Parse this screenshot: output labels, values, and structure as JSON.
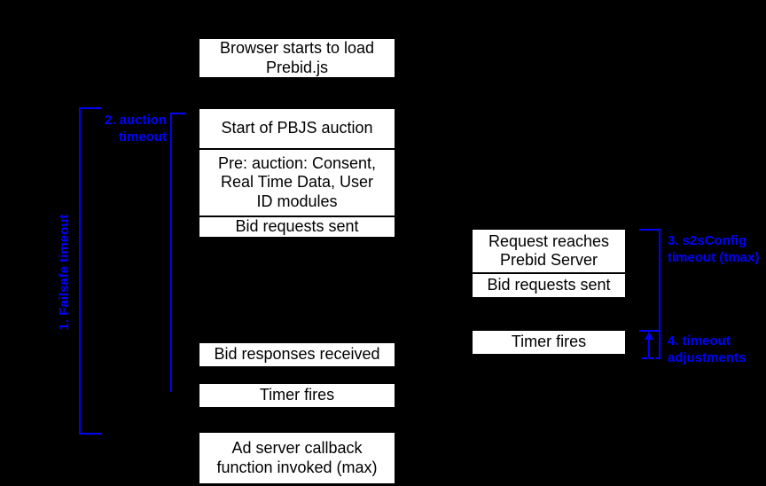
{
  "colors": {
    "background": "#000000",
    "box_fill": "#ffffff",
    "box_text": "#000000",
    "annotation": "#0000ff"
  },
  "icons": {
    "timeout_adjustment_arrow": "up-arrow"
  },
  "timeline_left": {
    "browser_load": "Browser starts to load\nPrebid.js",
    "start_auction": "Start of PBJS auction",
    "pre_auction": "Pre: auction: Consent,\nReal Time Data, User\nID modules",
    "bid_requests_sent": "Bid requests sent",
    "bid_responses_received": "Bid responses received",
    "timer_fires": "Timer fires",
    "ad_server_callback": "Ad server callback\nfunction invoked (max)"
  },
  "timeline_right": {
    "request_reaches_server": "Request reaches\nPrebid Server",
    "bid_requests_sent": "Bid requests sent",
    "timer_fires": "Timer fires"
  },
  "annotations": {
    "failsafe_timeout": "1. Failsafe timeout",
    "auction_timeout": "2. auction\ntimeout",
    "s2s_timeout": "3. s2sConfig\ntimeout (tmax)",
    "timeout_adjustments": "4. timeout\nadjustments"
  }
}
